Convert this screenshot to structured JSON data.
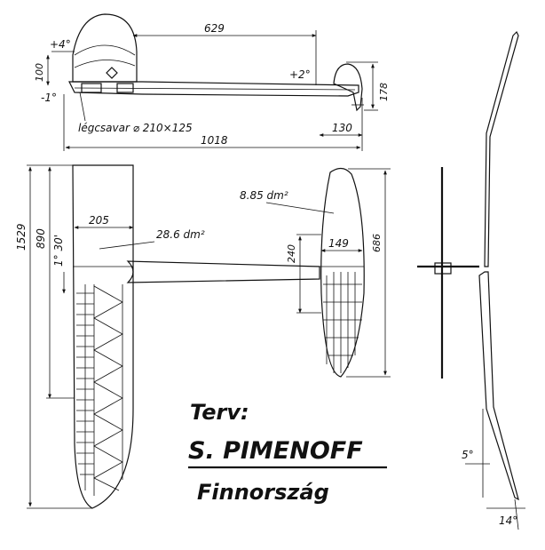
{
  "side_view": {
    "dim_fuselage_length": "629",
    "angle_wing_top": "+4°",
    "dim_height": "100",
    "angle_wing_bottom": "-1°",
    "angle_stab": "+2°",
    "dim_stab_height": "178",
    "dim_stab_chord": "130",
    "propeller": "légcsavar ⌀ 210×125",
    "dim_total_length": "1018"
  },
  "top_view": {
    "dim_span": "1529",
    "dim_wing_half": "890",
    "angle_dihedral": "1° 30'",
    "dim_wing_chord": "205",
    "wing_area": "28.6 dm²",
    "stab_area": "8.85 dm²",
    "dim_stab_240": "240",
    "dim_stab_149": "149",
    "dim_stab_686": "686"
  },
  "front_view": {
    "angle_5": "5°",
    "angle_14": "14°"
  },
  "credits": {
    "terv": "Terv:",
    "designer": "S. PIMENOFF",
    "country": "Finnország"
  }
}
